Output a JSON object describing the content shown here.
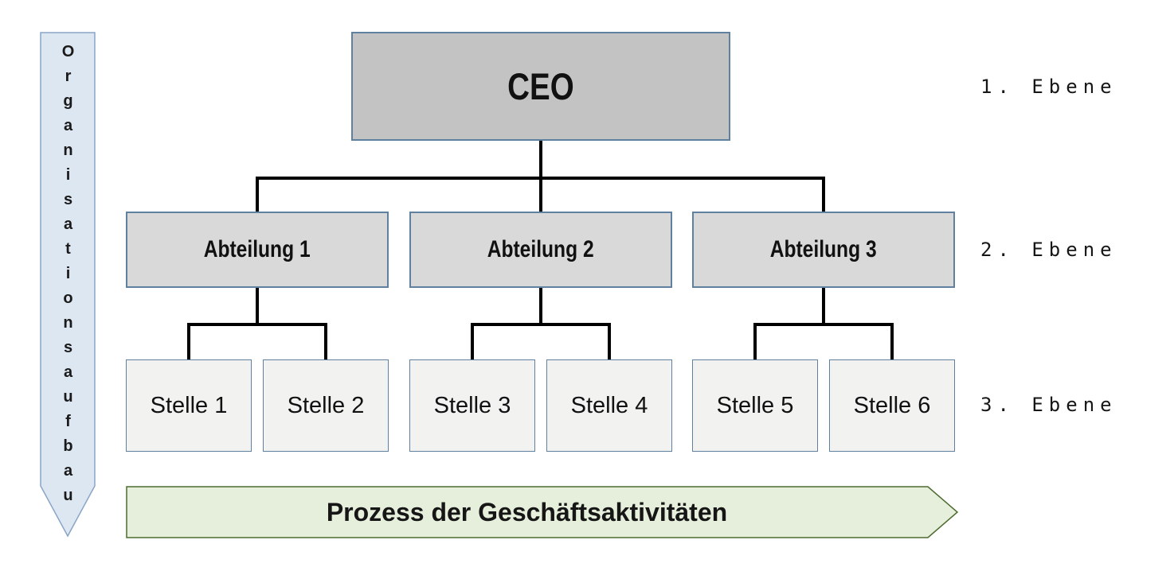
{
  "org_axis": {
    "label": "Organisationsaufbau"
  },
  "process_arrow": {
    "label": "Prozess der Geschäftsaktivitäten"
  },
  "levels": [
    {
      "label": "1. Ebene"
    },
    {
      "label": "2. Ebene"
    },
    {
      "label": "3. Ebene"
    }
  ],
  "root": {
    "label": "CEO"
  },
  "departments": [
    {
      "label": "Abteilung 1"
    },
    {
      "label": "Abteilung 2"
    },
    {
      "label": "Abteilung 3"
    }
  ],
  "positions": [
    {
      "label": "Stelle 1"
    },
    {
      "label": "Stelle 2"
    },
    {
      "label": "Stelle 3"
    },
    {
      "label": "Stelle 4"
    },
    {
      "label": "Stelle 5"
    },
    {
      "label": "Stelle 6"
    }
  ],
  "colors": {
    "root_fill": "#c3c3c3",
    "department_fill": "#d9d9d9",
    "position_fill": "#f2f2f1",
    "node_border": "#60809f",
    "org_axis_fill": "#dde7f2",
    "org_axis_border": "#8aa5c6",
    "process_fill": "#e5efdc",
    "process_border": "#4e6b30",
    "connector": "#000000"
  }
}
